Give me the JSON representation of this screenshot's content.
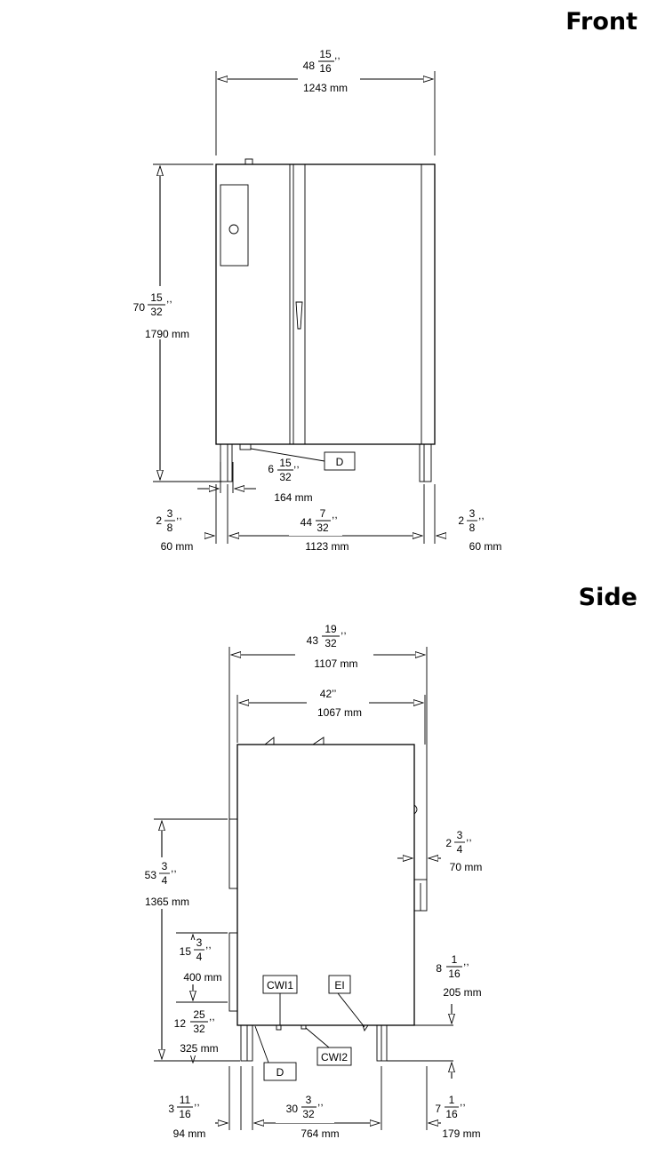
{
  "front": {
    "title": "Front",
    "width_in_whole": "48",
    "width_in_num": "15",
    "width_in_den": "16",
    "width_mm": "1243 mm",
    "height_in_whole": "70",
    "height_in_num": "15",
    "height_in_den": "32",
    "height_mm": "1790 mm",
    "drain_in_whole": "6",
    "drain_in_num": "15",
    "drain_in_den": "32",
    "drain_mm": "164 mm",
    "left_leg_in_whole": "2",
    "left_leg_in_num": "3",
    "left_leg_in_den": "8",
    "left_leg_mm": "60 mm",
    "leg_span_in_whole": "44",
    "leg_span_in_num": "7",
    "leg_span_in_den": "32",
    "leg_span_mm": "1123 mm",
    "right_leg_in_whole": "2",
    "right_leg_in_num": "3",
    "right_leg_in_den": "8",
    "right_leg_mm": "60 mm",
    "drain_label": "D"
  },
  "side": {
    "title": "Side",
    "overall_in_whole": "43",
    "overall_in_num": "19",
    "overall_in_den": "32",
    "overall_mm": "1107 mm",
    "body_in": "42’’",
    "body_mm": "1067 mm",
    "rear_in_whole": "2",
    "rear_in_num": "3",
    "rear_in_den": "4",
    "rear_mm": "70 mm",
    "height_in_whole": "53",
    "height_in_num": "3",
    "height_in_den": "4",
    "height_mm": "1365 mm",
    "mid_in_whole": "15",
    "mid_in_num": "3",
    "mid_in_den": "4",
    "mid_mm": "400 mm",
    "low_in_whole": "12",
    "low_in_num": "25",
    "low_in_den": "32",
    "low_mm": "325 mm",
    "right_h_in_whole": "8",
    "right_h_in_num": "1",
    "right_h_in_den": "16",
    "right_h_mm": "205 mm",
    "front_leg_in_whole": "3",
    "front_leg_in_num": "11",
    "front_leg_in_den": "16",
    "front_leg_mm": "94 mm",
    "leg_span_in_whole": "30",
    "leg_span_in_num": "3",
    "leg_span_in_den": "32",
    "leg_span_mm": "764 mm",
    "rear_leg_in_whole": "7",
    "rear_leg_in_num": "1",
    "rear_leg_in_den": "16",
    "rear_leg_mm": "179 mm",
    "label_cwi1": "CWI1",
    "label_ei": "EI",
    "label_cwi2": "CWI2",
    "label_d": "D"
  }
}
